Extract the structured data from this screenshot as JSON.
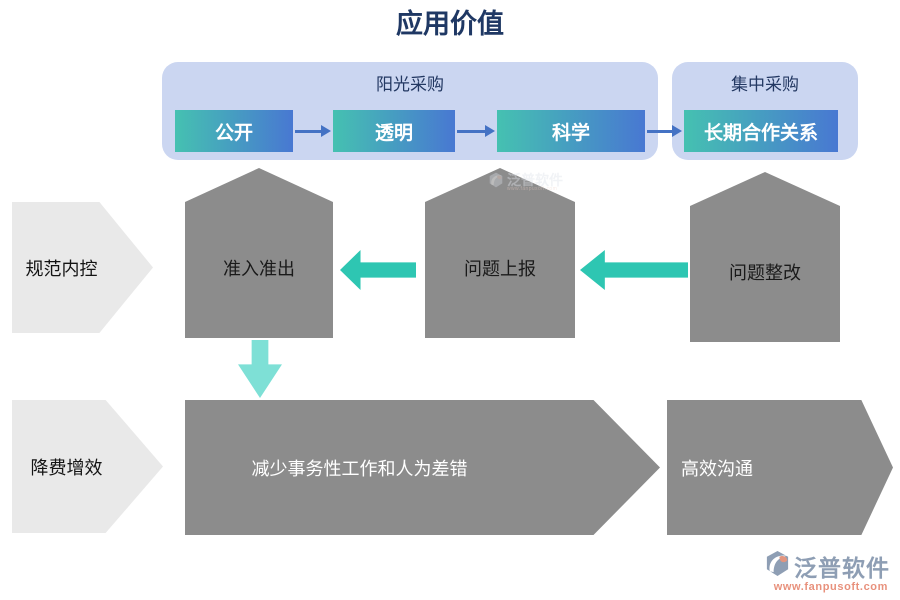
{
  "title": "应用价值",
  "top": {
    "sunshine_group": {
      "label": "阳光采购",
      "steps": [
        "公开",
        "透明",
        "科学"
      ]
    },
    "central_group": {
      "label": "集中采购",
      "button": "长期合作关系"
    }
  },
  "middle": {
    "left_label": "规范内控",
    "houses": [
      "准入准出",
      "问题上报",
      "问题整改"
    ]
  },
  "bottom": {
    "left_label": "降费增效",
    "arrows": [
      "减少事务性工作和人为差错",
      "高效沟通"
    ]
  },
  "logo": {
    "name": "泛普软件",
    "url": "www.fanpusoft.com"
  },
  "colors": {
    "title_navy": "#1F3864",
    "panel_blue": "#CBD6F1",
    "step_gradient_start": "#45C1B1",
    "step_gradient_end": "#4878D2",
    "connector_blue": "#4472C4",
    "shape_gray": "#8C8C8C",
    "light_gray_chevron": "#E9E9E9",
    "teal_arrow": "#2EC6B2",
    "light_teal_arrow": "#7EE0D6",
    "logo_slate": "#8E9EB4",
    "logo_salmon": "#E8917C"
  }
}
